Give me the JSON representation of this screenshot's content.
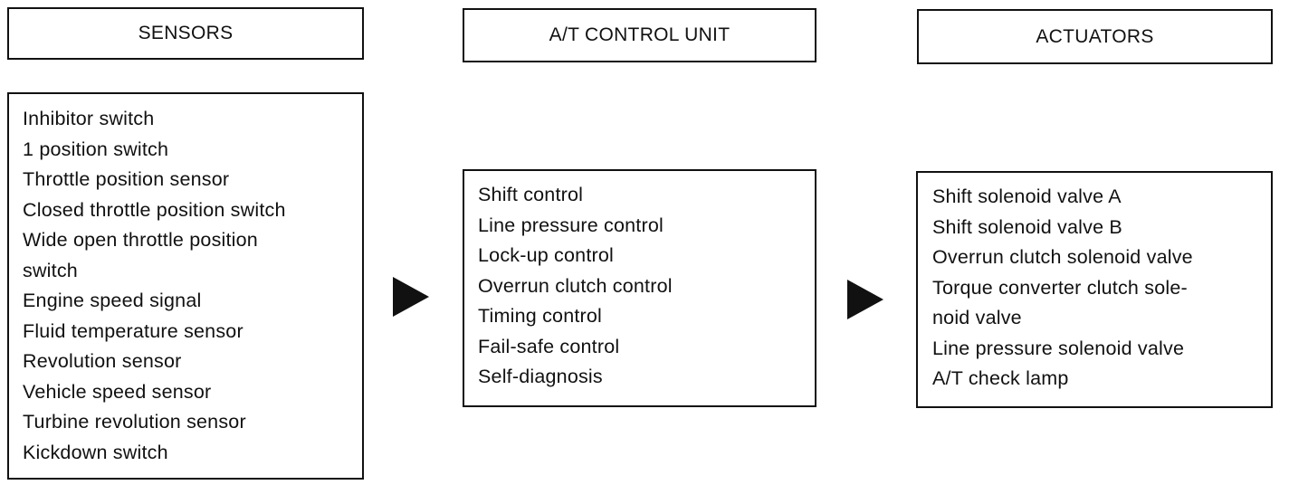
{
  "headers": {
    "sensors": "SENSORS",
    "control_unit": "A/T CONTROL UNIT",
    "actuators": "ACTUATORS"
  },
  "sensors": [
    "Inhibitor switch",
    "1 position switch",
    "Throttle position sensor",
    "Closed throttle position switch",
    "Wide open throttle position",
    "switch",
    "Engine speed signal",
    "Fluid temperature sensor",
    "Revolution sensor",
    "Vehicle speed sensor",
    "Turbine revolution sensor",
    "Kickdown switch"
  ],
  "control_unit": [
    "Shift control",
    "Line pressure control",
    "Lock-up control",
    "Overrun clutch control",
    "Timing control",
    "Fail-safe control",
    "Self-diagnosis"
  ],
  "actuators": [
    "Shift solenoid valve A",
    "Shift solenoid valve B",
    "Overrun clutch solenoid valve",
    "Torque converter clutch sole-",
    "noid valve",
    "Line pressure solenoid valve",
    "A/T check lamp"
  ],
  "arrows": [
    "arrow-right-icon",
    "arrow-right-icon"
  ]
}
